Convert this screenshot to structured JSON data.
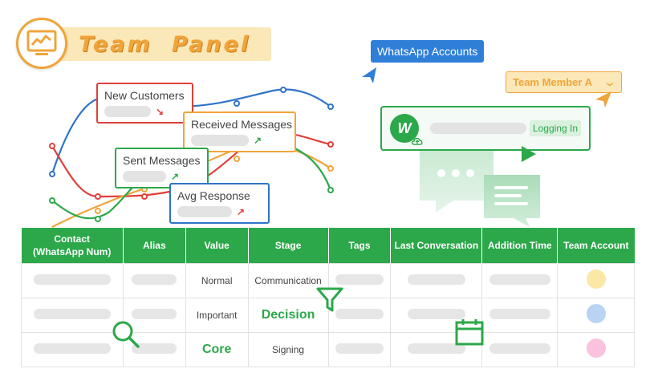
{
  "header": {
    "title": "Team Panel",
    "logo_icon": "monitor-chart-icon",
    "accent": "#f0a43a"
  },
  "stat_cards": [
    {
      "label": "New Customers",
      "color": "#e0403a",
      "trend": "down"
    },
    {
      "label": "Received Messages",
      "color": "#f0a43a",
      "trend": "up"
    },
    {
      "label": "Sent Messages",
      "color": "#2ca84a",
      "trend": "up"
    },
    {
      "label": "Avg Response",
      "color": "#2f74c8",
      "trend": "up"
    }
  ],
  "whatsapp_accounts_label": "WhatsApp Accounts",
  "team_member_select": {
    "value": "Team Member A"
  },
  "account_card": {
    "status": "Logging In",
    "logo_letter": "W"
  },
  "table": {
    "columns": [
      "Contact\n(WhatsApp Num)",
      "Alias",
      "Value",
      "Stage",
      "Tags",
      "Last Conversation",
      "Addition Time",
      "Team Account"
    ],
    "rows": [
      {
        "value": "Normal",
        "stage": "Communication",
        "account_color": "#fbe7a6"
      },
      {
        "value": "Important",
        "stage": "Decision",
        "account_color": "#b9d3f2"
      },
      {
        "value": "Core",
        "stage": "Signing",
        "account_color": "#f9c2de"
      }
    ]
  },
  "colors": {
    "green": "#2ca84a",
    "blue": "#2f74c8",
    "red": "#e0403a",
    "orange": "#f0a43a"
  }
}
